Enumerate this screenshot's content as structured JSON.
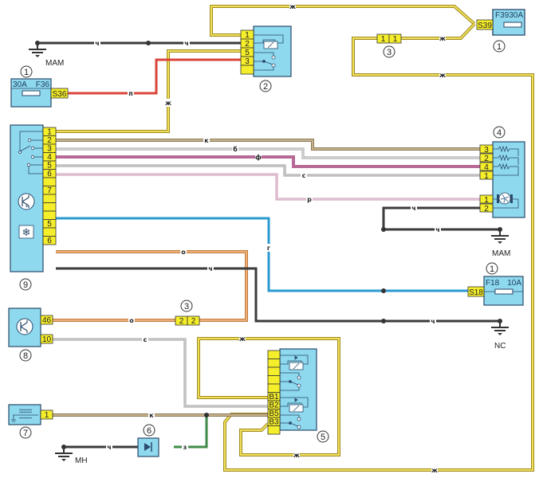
{
  "title": "Air conditioning control wiring diagram",
  "colors": {
    "component_fill": "#8fd9ee",
    "component_stroke": "#2a4a6a",
    "connector_fill": "#f5ee2a",
    "wire_black": "#3b3b3b",
    "wire_yellow": "#e8d23a",
    "wire_red": "#d9453a",
    "wire_brown": "#b09a76",
    "wire_white": "#c9c9c9",
    "wire_violet": "#b86a96",
    "wire_grey": "#b8b8b8",
    "wire_pink": "#dcb6cc",
    "wire_blue": "#2a9ad0",
    "wire_orange": "#e49a50",
    "wire_green": "#3f8a4a"
  },
  "components": [
    {
      "id": "1a",
      "number": "1",
      "fuse": "F36",
      "rating": "30A",
      "terminal": "S36"
    },
    {
      "id": "1b",
      "number": "1",
      "fuse": "F39",
      "rating": "30A",
      "terminal": "S39"
    },
    {
      "id": "1c",
      "number": "1",
      "fuse": "F18",
      "rating": "10A",
      "terminal": "S18"
    },
    {
      "id": "2",
      "number": "2",
      "pins": [
        "1",
        "2",
        "5",
        "3",
        ""
      ]
    },
    {
      "id": "3a",
      "number": "3",
      "pins": [
        "1",
        "1"
      ]
    },
    {
      "id": "3b",
      "number": "3",
      "pins": [
        "2",
        "2"
      ]
    },
    {
      "id": "4",
      "number": "4",
      "pins_resistors": [
        "3",
        "2",
        "4",
        "1"
      ],
      "pins_motor": [
        "1",
        "2"
      ]
    },
    {
      "id": "5",
      "number": "5",
      "pins": [
        "",
        "",
        "",
        "",
        "",
        "B1",
        "B2",
        "B5",
        "B3",
        ""
      ]
    },
    {
      "id": "6",
      "number": "6"
    },
    {
      "id": "7",
      "number": "7",
      "pins": [
        "1"
      ]
    },
    {
      "id": "8",
      "number": "8",
      "pins": [
        "46",
        "10"
      ]
    },
    {
      "id": "9",
      "number": "9",
      "pins": [
        "1",
        "2",
        "3",
        "4",
        "5",
        "6",
        "",
        "7",
        "",
        "",
        "",
        "5",
        "",
        "6"
      ]
    }
  ],
  "grounds": {
    "mam_top": "МАМ",
    "mam_right": "МАМ",
    "nc": "NC",
    "mh": "МН"
  },
  "wire_labels": {
    "black": "ч",
    "yellow": "ж",
    "red": "п",
    "brown": "к",
    "white": "б",
    "violet": "ф",
    "grey": "с",
    "pink": "р",
    "blue": "г",
    "orange": "о",
    "green": "з"
  }
}
